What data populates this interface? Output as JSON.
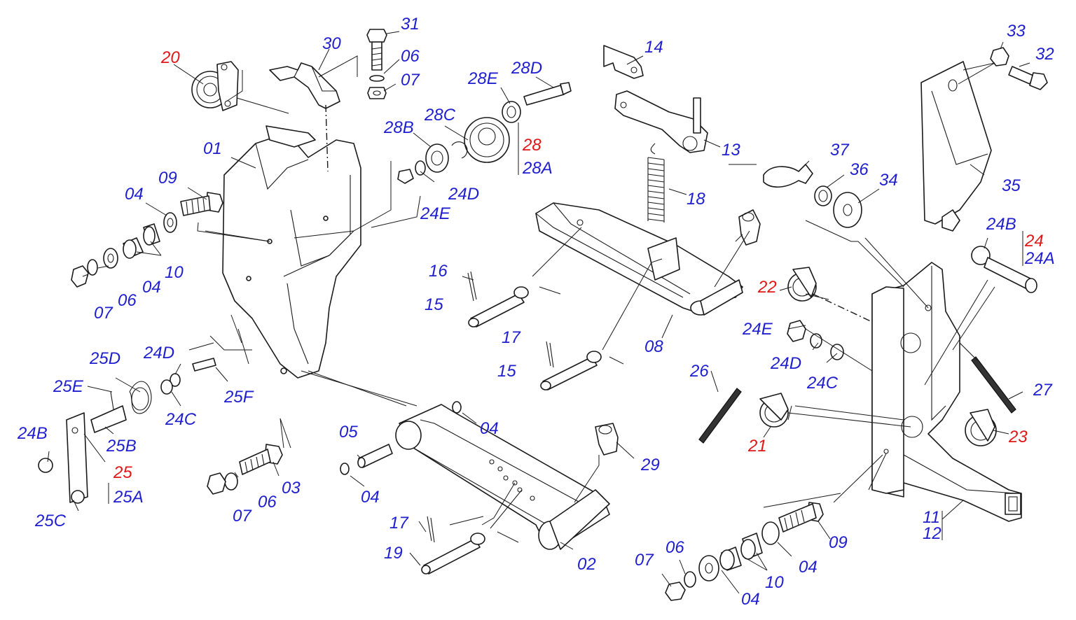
{
  "colors": {
    "callout": "#1f1fd0",
    "callout_highlight": "#e01818",
    "line": "#1a1a1a"
  },
  "callouts": [
    {
      "id": "c20",
      "text": "20",
      "hl": true
    },
    {
      "id": "c30",
      "text": "30"
    },
    {
      "id": "c31",
      "text": "31"
    },
    {
      "id": "c06a",
      "text": "06"
    },
    {
      "id": "c07a",
      "text": "07"
    },
    {
      "id": "c28E",
      "text": "28E"
    },
    {
      "id": "c28D",
      "text": "28D"
    },
    {
      "id": "c14",
      "text": "14"
    },
    {
      "id": "c33",
      "text": "33"
    },
    {
      "id": "c32",
      "text": "32"
    },
    {
      "id": "c28C",
      "text": "28C"
    },
    {
      "id": "c28B",
      "text": "28B"
    },
    {
      "id": "c28",
      "text": "28",
      "hl": true
    },
    {
      "id": "c28A",
      "text": "28A"
    },
    {
      "id": "c13",
      "text": "13"
    },
    {
      "id": "c01",
      "text": "01"
    },
    {
      "id": "c09a",
      "text": "09"
    },
    {
      "id": "c04a",
      "text": "04"
    },
    {
      "id": "c37",
      "text": "37"
    },
    {
      "id": "c36",
      "text": "36"
    },
    {
      "id": "c34",
      "text": "34"
    },
    {
      "id": "c35",
      "text": "35"
    },
    {
      "id": "c24D_a",
      "text": "24D"
    },
    {
      "id": "c18",
      "text": "18"
    },
    {
      "id": "c24E_a",
      "text": "24E"
    },
    {
      "id": "c10a",
      "text": "10"
    },
    {
      "id": "c24B_a",
      "text": "24B"
    },
    {
      "id": "c24",
      "text": "24",
      "hl": true
    },
    {
      "id": "c24A",
      "text": "24A"
    },
    {
      "id": "c16",
      "text": "16"
    },
    {
      "id": "c07b",
      "text": "07"
    },
    {
      "id": "c06b",
      "text": "06"
    },
    {
      "id": "c04b",
      "text": "04"
    },
    {
      "id": "c22",
      "text": "22",
      "hl": true
    },
    {
      "id": "c15a",
      "text": "15"
    },
    {
      "id": "c24E_b",
      "text": "24E"
    },
    {
      "id": "c17a",
      "text": "17"
    },
    {
      "id": "c08",
      "text": "08"
    },
    {
      "id": "c25D",
      "text": "25D"
    },
    {
      "id": "c24D_b",
      "text": "24D"
    },
    {
      "id": "c24D_c",
      "text": "24D"
    },
    {
      "id": "c15b",
      "text": "15"
    },
    {
      "id": "c24C_a",
      "text": "24C"
    },
    {
      "id": "c26",
      "text": "26"
    },
    {
      "id": "c27",
      "text": "27"
    },
    {
      "id": "c25E",
      "text": "25E"
    },
    {
      "id": "c24C_b",
      "text": "24C"
    },
    {
      "id": "c25F",
      "text": "25F"
    },
    {
      "id": "c04c",
      "text": "04"
    },
    {
      "id": "c05",
      "text": "05"
    },
    {
      "id": "c24B_b",
      "text": "24B"
    },
    {
      "id": "c25B",
      "text": "25B"
    },
    {
      "id": "c21",
      "text": "21",
      "hl": true
    },
    {
      "id": "c23",
      "text": "23",
      "hl": true
    },
    {
      "id": "c29",
      "text": "29"
    },
    {
      "id": "c25",
      "text": "25",
      "hl": true
    },
    {
      "id": "c03",
      "text": "03"
    },
    {
      "id": "c25A",
      "text": "25A"
    },
    {
      "id": "c06c",
      "text": "06"
    },
    {
      "id": "c04d",
      "text": "04"
    },
    {
      "id": "c07c",
      "text": "07"
    },
    {
      "id": "c11",
      "text": "11"
    },
    {
      "id": "c12",
      "text": "12"
    },
    {
      "id": "c25C",
      "text": "25C"
    },
    {
      "id": "c17b",
      "text": "17"
    },
    {
      "id": "c09b",
      "text": "09"
    },
    {
      "id": "c19",
      "text": "19"
    },
    {
      "id": "c07d",
      "text": "07"
    },
    {
      "id": "c06d",
      "text": "06"
    },
    {
      "id": "c02",
      "text": "02"
    },
    {
      "id": "c04e",
      "text": "04"
    },
    {
      "id": "c10b",
      "text": "10"
    },
    {
      "id": "c04f",
      "text": "04"
    }
  ]
}
